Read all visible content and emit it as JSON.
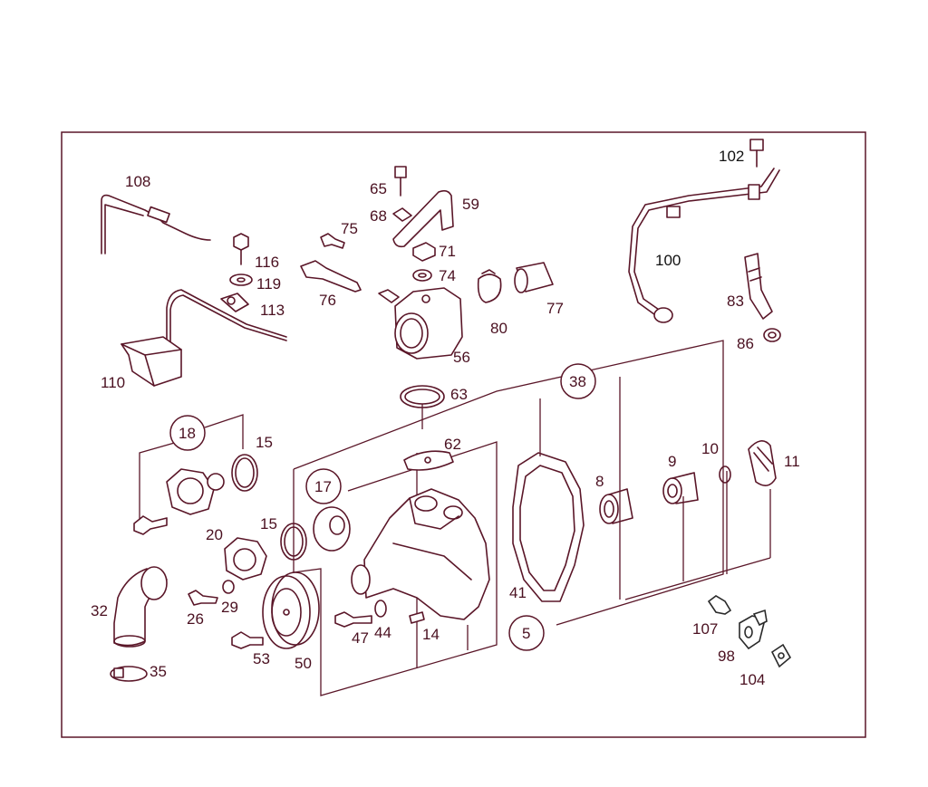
{
  "diagram": {
    "colors": {
      "ink": "#5a1628",
      "label": "#4a1020",
      "frame": "#5a1628",
      "dark_ink": "#2a2a2a"
    },
    "labels": {
      "p108": "108",
      "p116": "116",
      "p119": "119",
      "p113": "113",
      "p110": "110",
      "p65": "65",
      "p68": "68",
      "p59": "59",
      "p75": "75",
      "p71": "71",
      "p74": "74",
      "p76": "76",
      "p56": "56",
      "p80": "80",
      "p77": "77",
      "p102": "102",
      "p100": "100",
      "p83": "83",
      "p86": "86",
      "p63": "63",
      "p38": "38",
      "p18": "18",
      "p15a": "15",
      "p62": "62",
      "p17": "17",
      "p15b": "15",
      "p20": "20",
      "p8": "8",
      "p9": "9",
      "p10": "10",
      "p11": "11",
      "p32": "32",
      "p26": "26",
      "p29": "29",
      "p41": "41",
      "p47": "47",
      "p44": "44",
      "p14": "14",
      "p5": "5",
      "p53": "53",
      "p50": "50",
      "p35": "35",
      "p107": "107",
      "p98": "98",
      "p104": "104"
    }
  }
}
